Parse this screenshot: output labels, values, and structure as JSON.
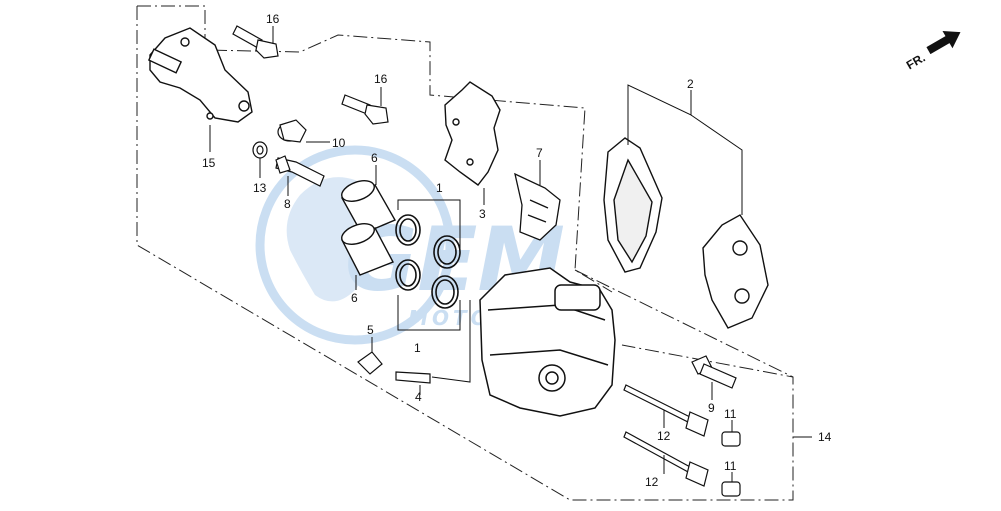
{
  "watermark": {
    "logo": "GEM",
    "subtitle": "MOTORPARTS",
    "color": "#b9d4ee"
  },
  "direction_marker": {
    "label": "FR.",
    "icon": "forward-arrow-icon"
  },
  "callouts": {
    "c1a": "1",
    "c1b": "1",
    "c2": "2",
    "c3": "3",
    "c4": "4",
    "c5": "5",
    "c6a": "6",
    "c6b": "6",
    "c7": "7",
    "c8": "8",
    "c9": "9",
    "c10": "10",
    "c11a": "11",
    "c11b": "11",
    "c12a": "12",
    "c12b": "12",
    "c13": "13",
    "c14": "14",
    "c15": "15",
    "c16a": "16",
    "c16b": "16"
  }
}
